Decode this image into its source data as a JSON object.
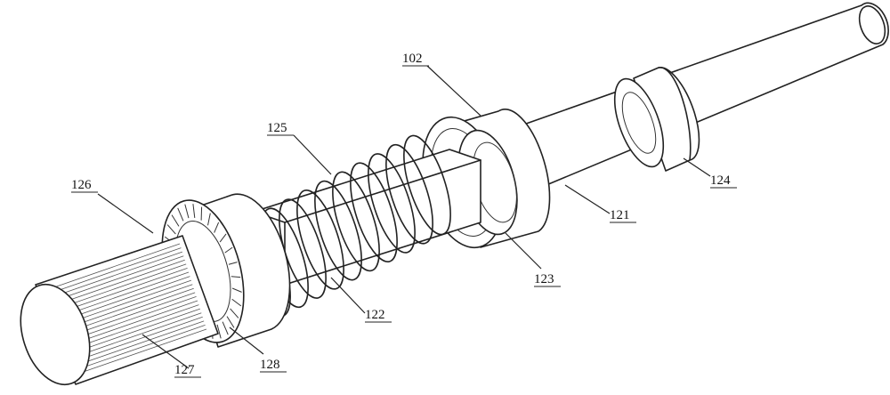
{
  "labels": {
    "l102": "102",
    "l121": "121",
    "l122": "122",
    "l123": "123",
    "l124": "124",
    "l125": "125",
    "l126": "126",
    "l127": "127",
    "l128": "128"
  }
}
